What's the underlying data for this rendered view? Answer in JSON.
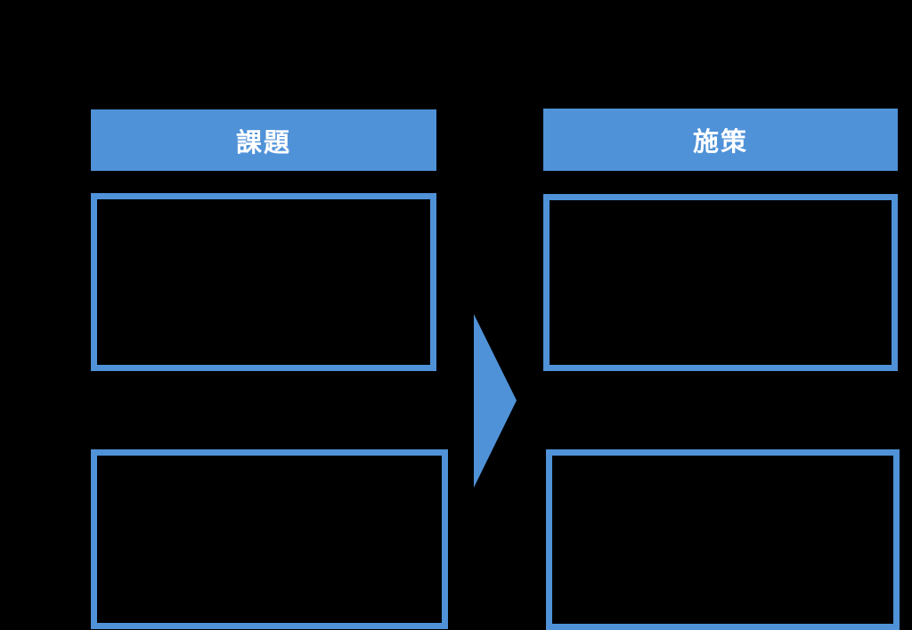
{
  "diagram": {
    "background_color": "#000000",
    "accent_color": "#4F92D8",
    "header_text_color": "#ffffff",
    "columns": [
      {
        "id": "issues",
        "header": "課題",
        "boxes": [
          "",
          ""
        ]
      },
      {
        "id": "measures",
        "header": "施策",
        "boxes": [
          "",
          ""
        ]
      }
    ],
    "arrow": {
      "name": "right-arrow",
      "direction": "right"
    }
  }
}
